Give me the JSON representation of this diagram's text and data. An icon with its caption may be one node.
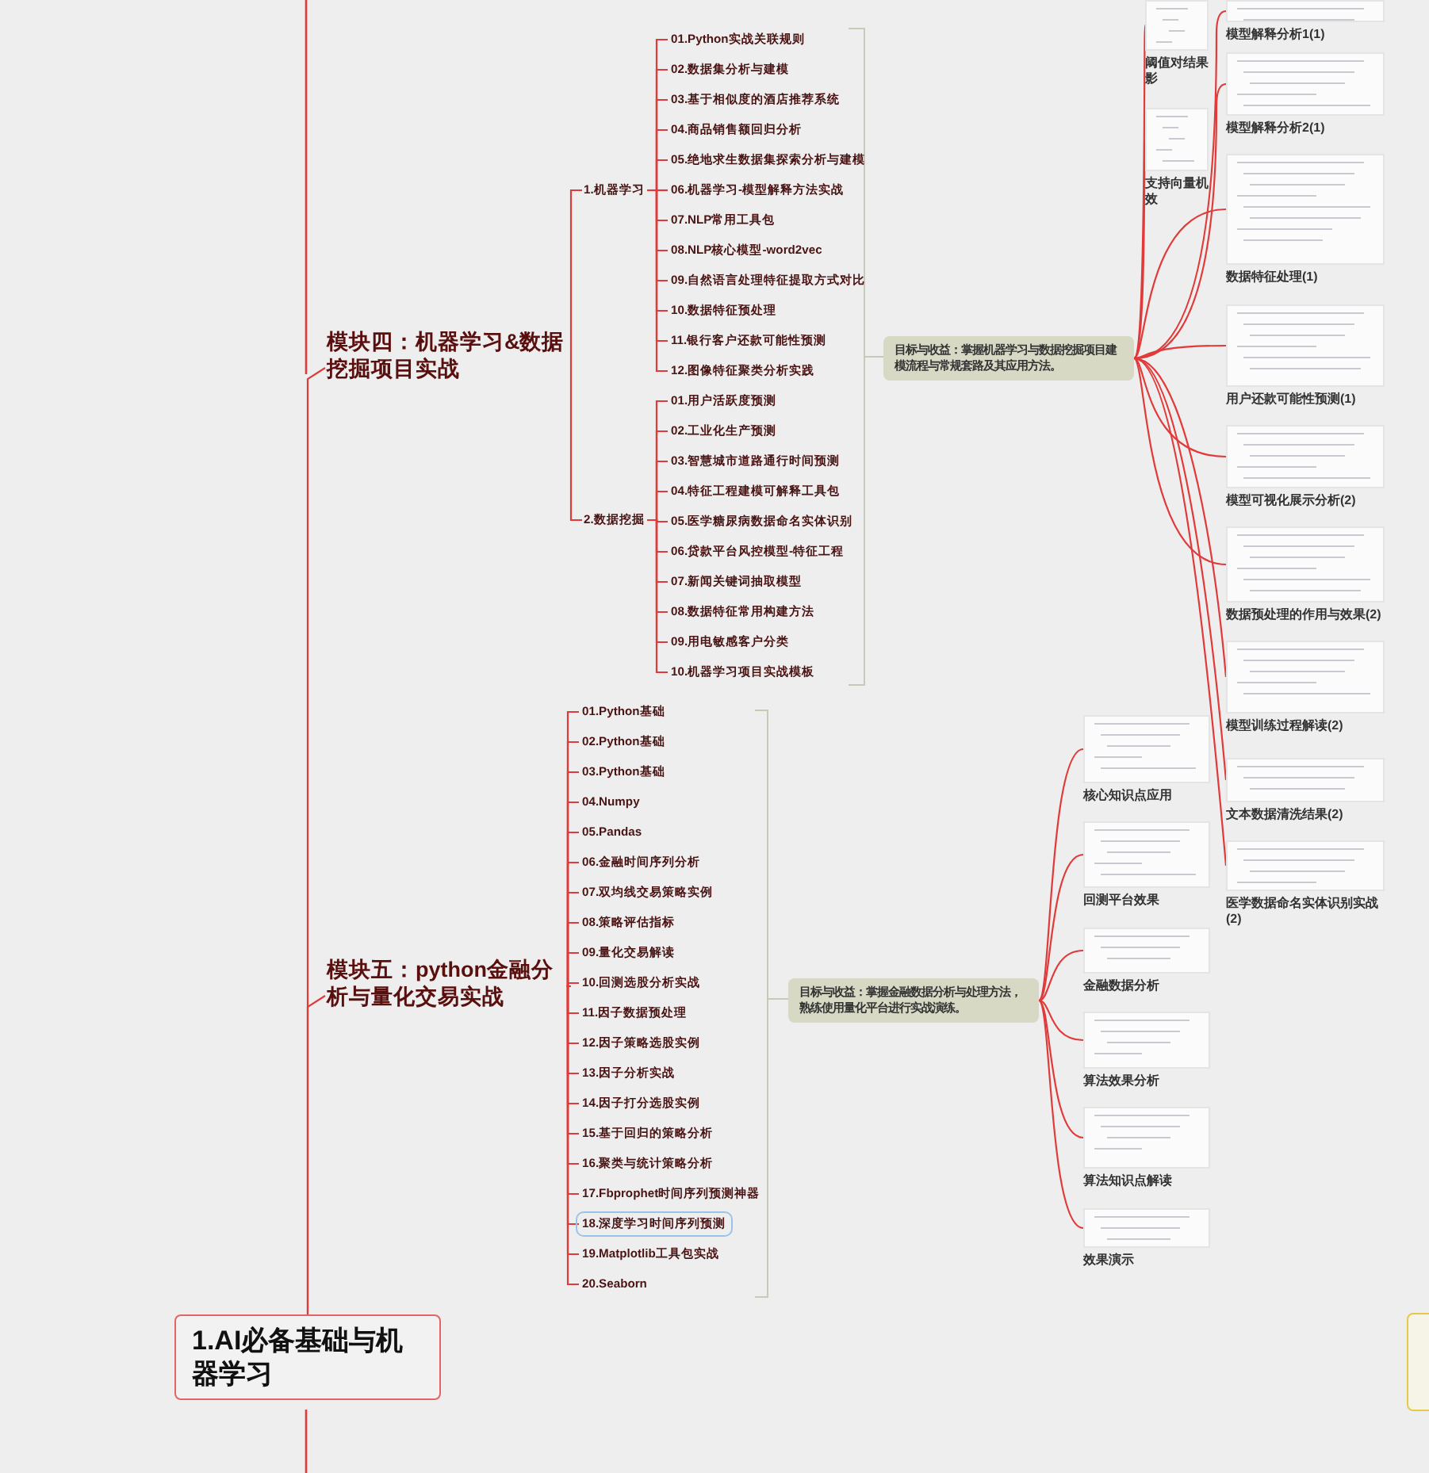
{
  "diagram": {
    "nodes": [
      {
        "text": [
          "1.AI必备基础与机器学习"
        ]
      },
      {
        "text": [
          "模块四：机器学习&数据挖掘项目实战"
        ]
      },
      {
        "text": [
          "1.机器学习"
        ]
      },
      {
        "text": [
          "01.Python实战关联规则"
        ]
      },
      {
        "text": [
          "02.数据集分析与建模"
        ]
      },
      {
        "text": [
          "03.基于相似度的酒店推荐系统"
        ]
      },
      {
        "text": [
          "04.商品销售额回归分析"
        ]
      },
      {
        "text": [
          "05.绝地求生数据集探索分析与建模"
        ]
      },
      {
        "text": [
          "06.机器学习-模型解释方法实战"
        ]
      },
      {
        "text": [
          "07.NLP常用工具包"
        ]
      },
      {
        "text": [
          "08.NLP核心模型-word2vec"
        ]
      },
      {
        "text": [
          "09.自然语言处理特征提取方式对比"
        ]
      },
      {
        "text": [
          "10.数据特征预处理"
        ]
      },
      {
        "text": [
          "11.银行客户还款可能性预测"
        ]
      },
      {
        "text": [
          "12.图像特征聚类分析实践"
        ]
      },
      {
        "text": [
          "2.数据挖掘"
        ]
      },
      {
        "text": [
          "01.用户活跃度预测"
        ]
      },
      {
        "text": [
          "02.工业化生产预测"
        ]
      },
      {
        "text": [
          "03.智慧城市道路通行时间预测"
        ]
      },
      {
        "text": [
          "04.特征工程建模可解释工具包"
        ]
      },
      {
        "text": [
          "05.医学糖尿病数据命名实体识别"
        ]
      },
      {
        "text": [
          "06.贷款平台风控模型-特征工程"
        ]
      },
      {
        "text": [
          "07.新闻关键词抽取模型"
        ]
      },
      {
        "text": [
          "08.数据特征常用构建方法"
        ]
      },
      {
        "text": [
          "09.用电敏感客户分类"
        ]
      },
      {
        "text": [
          "10.机器学习项目实战模板"
        ]
      },
      {
        "text": [
          "目标与收益：掌握机器学习与数据挖掘项目建模流程与常规套路及其应用方法。"
        ]
      },
      {
        "text": [
          "模型解释分析1(1)"
        ]
      },
      {
        "text": [
          "阈值对结果影"
        ]
      },
      {
        "text": [
          "模型解释分析2(1)"
        ]
      },
      {
        "text": [
          "支持向量机效"
        ]
      },
      {
        "text": [
          "数据特征处理(1)"
        ]
      },
      {
        "text": [
          "用户还款可能性预测(1)"
        ]
      },
      {
        "text": [
          "模型可视化展示分析(2)"
        ]
      },
      {
        "text": [
          "数据预处理的作用与效果(2)"
        ]
      },
      {
        "text": [
          "模型训练过程解读(2)"
        ]
      },
      {
        "text": [
          "文本数据清洗结果(2)"
        ]
      },
      {
        "text": [
          "医学数据命名实体识别实战(2)"
        ]
      },
      {
        "text": [
          "模块五：python金融分析与量化交易实战"
        ]
      },
      {
        "text": [
          "01.Python基础"
        ]
      },
      {
        "text": [
          "02.Python基础"
        ]
      },
      {
        "text": [
          "03.Python基础"
        ]
      },
      {
        "text": [
          "04.Numpy"
        ]
      },
      {
        "text": [
          "05.Pandas"
        ]
      },
      {
        "text": [
          "06.金融时间序列分析"
        ]
      },
      {
        "text": [
          "07.双均线交易策略实例"
        ]
      },
      {
        "text": [
          "08.策略评估指标"
        ]
      },
      {
        "text": [
          "09.量化交易解读"
        ]
      },
      {
        "text": [
          "10.回测选股分析实战"
        ]
      },
      {
        "text": [
          "11.因子数据预处理"
        ]
      },
      {
        "text": [
          "12.因子策略选股实例"
        ]
      },
      {
        "text": [
          "13.因子分析实战"
        ]
      },
      {
        "text": [
          "14.因子打分选股实例"
        ]
      },
      {
        "text": [
          "15.基于回归的策略分析"
        ]
      },
      {
        "text": [
          "16.聚类与统计策略分析"
        ]
      },
      {
        "text": [
          "17.Fbprophet时间序列预测神器"
        ]
      },
      {
        "text": [
          "18.深度学习时间序列预测"
        ]
      },
      {
        "text": [
          "19.Matplotlib工具包实战"
        ]
      },
      {
        "text": [
          "20.Seaborn"
        ]
      },
      {
        "text": [
          "目标与收益：掌握金融数据分析与处理方法，熟练使用量化平台进行实战演练。"
        ]
      },
      {
        "text": [
          "核心知识点应用"
        ]
      },
      {
        "text": [
          "回测平台效果"
        ]
      },
      {
        "text": [
          "金融数据分析"
        ]
      },
      {
        "text": [
          "算法效果分析"
        ]
      },
      {
        "text": [
          "算法知识点解读"
        ]
      },
      {
        "text": [
          "效果演示"
        ]
      },
      {
        "text": [],
        "shape": "box"
      }
    ],
    "edges": [
      {
        "from": 0,
        "to": 1,
        "arrow": "none"
      },
      {
        "from": 0,
        "to": 38,
        "arrow": "none"
      },
      {
        "from": 1,
        "to": 2,
        "arrow": "none"
      },
      {
        "from": 1,
        "to": 15,
        "arrow": "none"
      },
      {
        "from": 2,
        "to": 3,
        "arrow": "none"
      },
      {
        "from": 2,
        "to": 4,
        "arrow": "none"
      },
      {
        "from": 2,
        "to": 5,
        "arrow": "none"
      },
      {
        "from": 2,
        "to": 6,
        "arrow": "none"
      },
      {
        "from": 2,
        "to": 7,
        "arrow": "none"
      },
      {
        "from": 2,
        "to": 8,
        "arrow": "none"
      },
      {
        "from": 2,
        "to": 9,
        "arrow": "none"
      },
      {
        "from": 2,
        "to": 10,
        "arrow": "none"
      },
      {
        "from": 2,
        "to": 11,
        "arrow": "none"
      },
      {
        "from": 2,
        "to": 12,
        "arrow": "none"
      },
      {
        "from": 2,
        "to": 13,
        "arrow": "none"
      },
      {
        "from": 2,
        "to": 14,
        "arrow": "none"
      },
      {
        "from": 15,
        "to": 16,
        "arrow": "none"
      },
      {
        "from": 15,
        "to": 17,
        "arrow": "none"
      },
      {
        "from": 15,
        "to": 18,
        "arrow": "none"
      },
      {
        "from": 15,
        "to": 19,
        "arrow": "none"
      },
      {
        "from": 15,
        "to": 20,
        "arrow": "none"
      },
      {
        "from": 15,
        "to": 21,
        "arrow": "none"
      },
      {
        "from": 15,
        "to": 22,
        "arrow": "none"
      },
      {
        "from": 15,
        "to": 23,
        "arrow": "none"
      },
      {
        "from": 15,
        "to": 24,
        "arrow": "none"
      },
      {
        "from": 15,
        "to": 25,
        "arrow": "none"
      },
      {
        "from": 26,
        "to": 27,
        "arrow": "none"
      },
      {
        "from": 26,
        "to": 28,
        "arrow": "none"
      },
      {
        "from": 26,
        "to": 29,
        "arrow": "none"
      },
      {
        "from": 26,
        "to": 30,
        "arrow": "none"
      },
      {
        "from": 26,
        "to": 31,
        "arrow": "none"
      },
      {
        "from": 26,
        "to": 32,
        "arrow": "none"
      },
      {
        "from": 26,
        "to": 33,
        "arrow": "none"
      },
      {
        "from": 26,
        "to": 34,
        "arrow": "none"
      },
      {
        "from": 26,
        "to": 35,
        "arrow": "none"
      },
      {
        "from": 26,
        "to": 36,
        "arrow": "none"
      },
      {
        "from": 26,
        "to": 37,
        "arrow": "none"
      },
      {
        "from": 38,
        "to": 39,
        "arrow": "none"
      },
      {
        "from": 38,
        "to": 40,
        "arrow": "none"
      },
      {
        "from": 38,
        "to": 41,
        "arrow": "none"
      },
      {
        "from": 38,
        "to": 42,
        "arrow": "none"
      },
      {
        "from": 38,
        "to": 43,
        "arrow": "none"
      },
      {
        "from": 38,
        "to": 44,
        "arrow": "none"
      },
      {
        "from": 38,
        "to": 45,
        "arrow": "none"
      },
      {
        "from": 38,
        "to": 46,
        "arrow": "none"
      },
      {
        "from": 38,
        "to": 47,
        "arrow": "none"
      },
      {
        "from": 38,
        "to": 48,
        "arrow": "none"
      },
      {
        "from": 38,
        "to": 49,
        "arrow": "none"
      },
      {
        "from": 38,
        "to": 50,
        "arrow": "none"
      },
      {
        "from": 38,
        "to": 51,
        "arrow": "none"
      },
      {
        "from": 38,
        "to": 52,
        "arrow": "none"
      },
      {
        "from": 38,
        "to": 53,
        "arrow": "none"
      },
      {
        "from": 38,
        "to": 54,
        "arrow": "none"
      },
      {
        "from": 38,
        "to": 55,
        "arrow": "none"
      },
      {
        "from": 38,
        "to": 56,
        "arrow": "none"
      },
      {
        "from": 38,
        "to": 57,
        "arrow": "none"
      },
      {
        "from": 38,
        "to": 58,
        "arrow": "none"
      },
      {
        "from": 59,
        "to": 60,
        "arrow": "none"
      },
      {
        "from": 59,
        "to": 61,
        "arrow": "none"
      },
      {
        "from": 59,
        "to": 62,
        "arrow": "none"
      },
      {
        "from": 59,
        "to": 63,
        "arrow": "none"
      },
      {
        "from": 59,
        "to": 64,
        "arrow": "none"
      },
      {
        "from": 59,
        "to": 65,
        "arrow": "none"
      }
    ]
  }
}
